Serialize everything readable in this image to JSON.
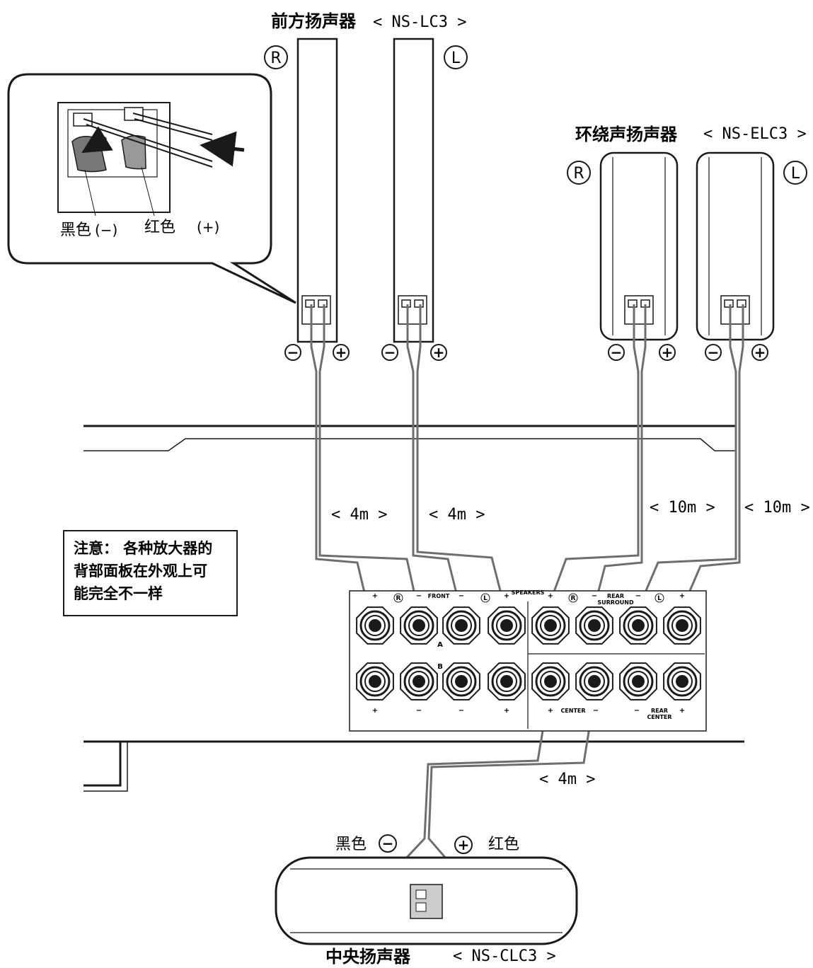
{
  "front": {
    "title": "前方扬声器",
    "model": "< NS-LC3 >",
    "right_mark": "R",
    "left_mark": "L"
  },
  "surround": {
    "title": "环绕声扬声器",
    "model": "< NS-ELC3 >",
    "right_mark": "R",
    "left_mark": "L"
  },
  "center": {
    "title": "中央扬声器",
    "model": "< NS-CLC3 >",
    "black_label": "黑色",
    "red_label": "红色"
  },
  "inset": {
    "black_label": "黑色",
    "black_sign": "(−)",
    "red_label": "红色",
    "red_sign": "(+)"
  },
  "polarity": {
    "minus": "−",
    "plus": "+"
  },
  "cables": {
    "front_right": "< 4m >",
    "front_left": "< 4m >",
    "surround_right": "< 10m >",
    "surround_left": "< 10m >",
    "center": "< 4m >"
  },
  "note": {
    "line1": "注意： 各种放大器的",
    "line2": "背部面板在外观上可",
    "line3": "能完全不一样"
  },
  "panel": {
    "front": "FRONT",
    "speakers": "SPEAKERS",
    "rear_surround_1": "REAR",
    "rear_surround_2": "SURROUND",
    "center": "CENTER",
    "rear_center_1": "REAR",
    "rear_center_2": "CENTER",
    "row_a": "A",
    "row_b": "B",
    "r": "R",
    "l": "L",
    "plus": "+",
    "minus": "−"
  },
  "colors": {
    "ink": "#1a1a1a",
    "cable": "#6e6e6e",
    "terminal_fill": "#888888"
  }
}
